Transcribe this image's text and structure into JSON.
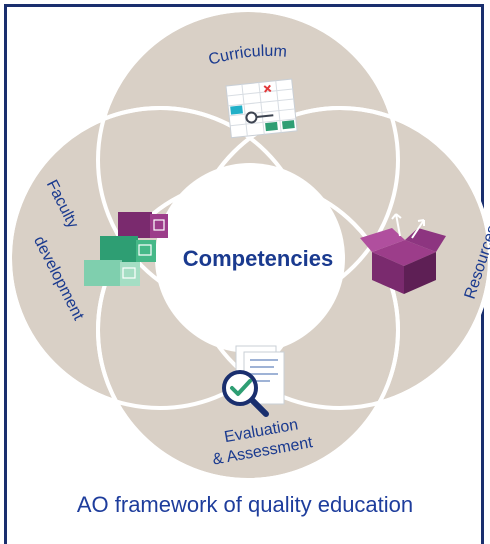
{
  "diagram": {
    "center_label": "Competencies",
    "petals": {
      "top": "Curriculum",
      "left_line1": "Faculty",
      "left_line2": "development",
      "right": "Resources",
      "bottom_line1": "Evaluation",
      "bottom_line2": "& Assessment"
    },
    "caption": "AO framework of quality education"
  },
  "colors": {
    "petal_fill": "#d9d0c6",
    "petal_stroke": "#ffffff",
    "center_fill": "#ffffff",
    "center_text": "#1a3a8f",
    "petal_text": "#1a3a8f",
    "frame": "#1a2f6e",
    "caption": "#1e3d9c",
    "accent_green": "#2e9e73",
    "accent_purple": "#7a2a6e",
    "accent_teal": "#21b0c8"
  },
  "icons": [
    "spreadsheet-icon",
    "stacked-boxes-icon",
    "open-box-icon",
    "magnifier-checkmark-icon"
  ]
}
